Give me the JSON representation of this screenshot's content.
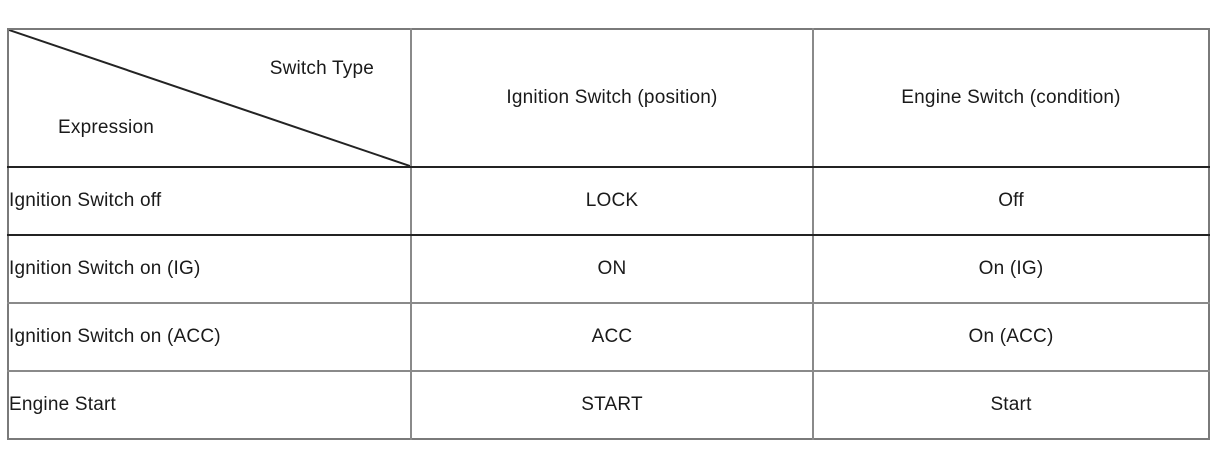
{
  "table": {
    "corner": {
      "column_axis_label": "Switch Type",
      "row_axis_label": "Expression",
      "diagonal_divider": "diagonal-line"
    },
    "columns": [
      {
        "key": "expression",
        "header": "Expression"
      },
      {
        "key": "ignition_switch_position",
        "header": "Ignition Switch (position)"
      },
      {
        "key": "engine_switch_condition",
        "header": "Engine Switch (condition)"
      }
    ],
    "rows": [
      {
        "expression": "Ignition Switch off",
        "ignition_switch_position": "LOCK",
        "engine_switch_condition": "Off"
      },
      {
        "expression": "Ignition Switch on (IG)",
        "ignition_switch_position": "ON",
        "engine_switch_condition": "On (IG)"
      },
      {
        "expression": "Ignition Switch on (ACC)",
        "ignition_switch_position": "ACC",
        "engine_switch_condition": "On (ACC)"
      },
      {
        "expression": "Engine Start",
        "ignition_switch_position": "START",
        "engine_switch_condition": "Start"
      }
    ]
  },
  "chart_data": {
    "type": "table",
    "title": "",
    "categories": [
      "Ignition Switch off",
      "Ignition Switch on (IG)",
      "Ignition Switch on (ACC)",
      "Engine Start"
    ],
    "series": [
      {
        "name": "Ignition Switch (position)",
        "values": [
          "LOCK",
          "ON",
          "ACC",
          "START"
        ]
      },
      {
        "name": "Engine Switch (condition)",
        "values": [
          "Off",
          "On (IG)",
          "On (ACC)",
          "Start"
        ]
      }
    ],
    "xlabel": "Switch Type",
    "ylabel": "Expression",
    "grid": true,
    "legend": "none"
  },
  "colors": {
    "text": "#1a1a1a",
    "background": "#ffffff",
    "border_outer": "#7a7a7a",
    "rule_dark": "#232323",
    "rule_light": "#8a8a8a"
  }
}
